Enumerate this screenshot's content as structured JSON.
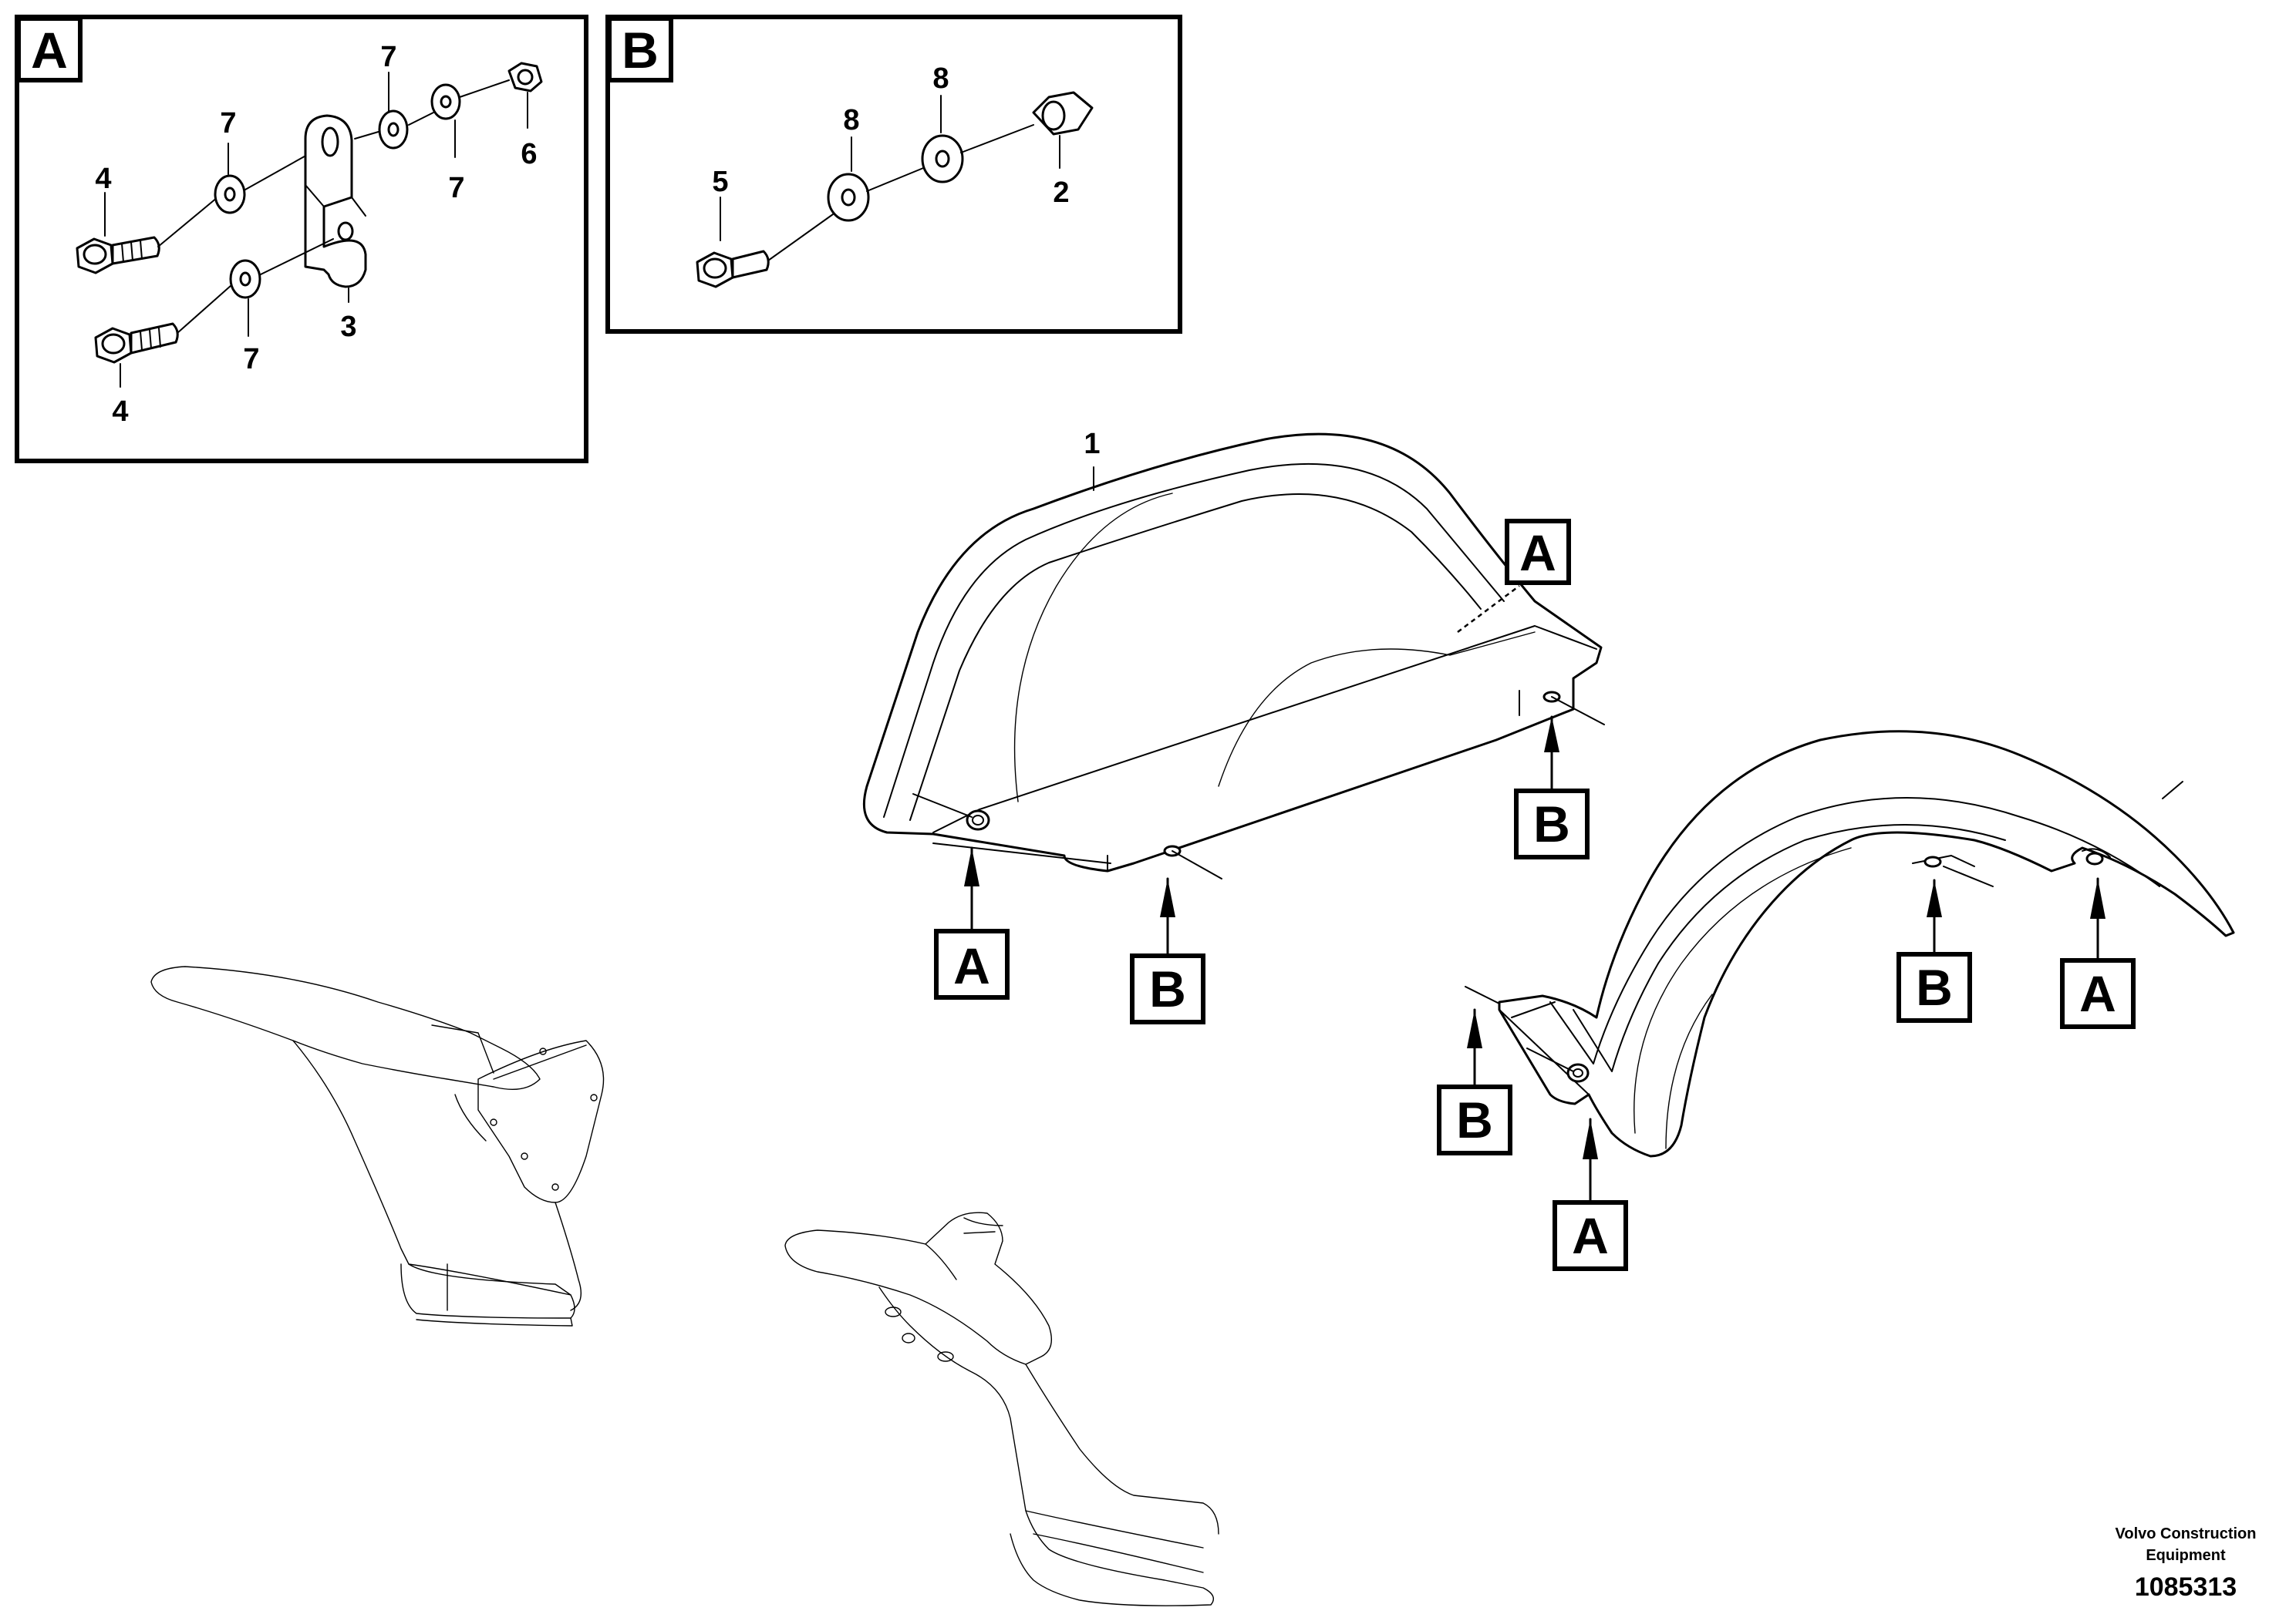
{
  "detail_a": {
    "title": "A",
    "labels": [
      "4",
      "7",
      "7",
      "7",
      "6",
      "3",
      "7",
      "4"
    ]
  },
  "detail_b": {
    "title": "B",
    "labels": [
      "5",
      "8",
      "8",
      "2"
    ]
  },
  "main": {
    "part_number": "1",
    "fender1_refs": [
      "A",
      "A",
      "B",
      "B"
    ],
    "fender2_refs": [
      "B",
      "A",
      "B",
      "A"
    ]
  },
  "credit": {
    "line1": "Volvo Construction",
    "line2": "Equipment",
    "number": "1085313"
  }
}
